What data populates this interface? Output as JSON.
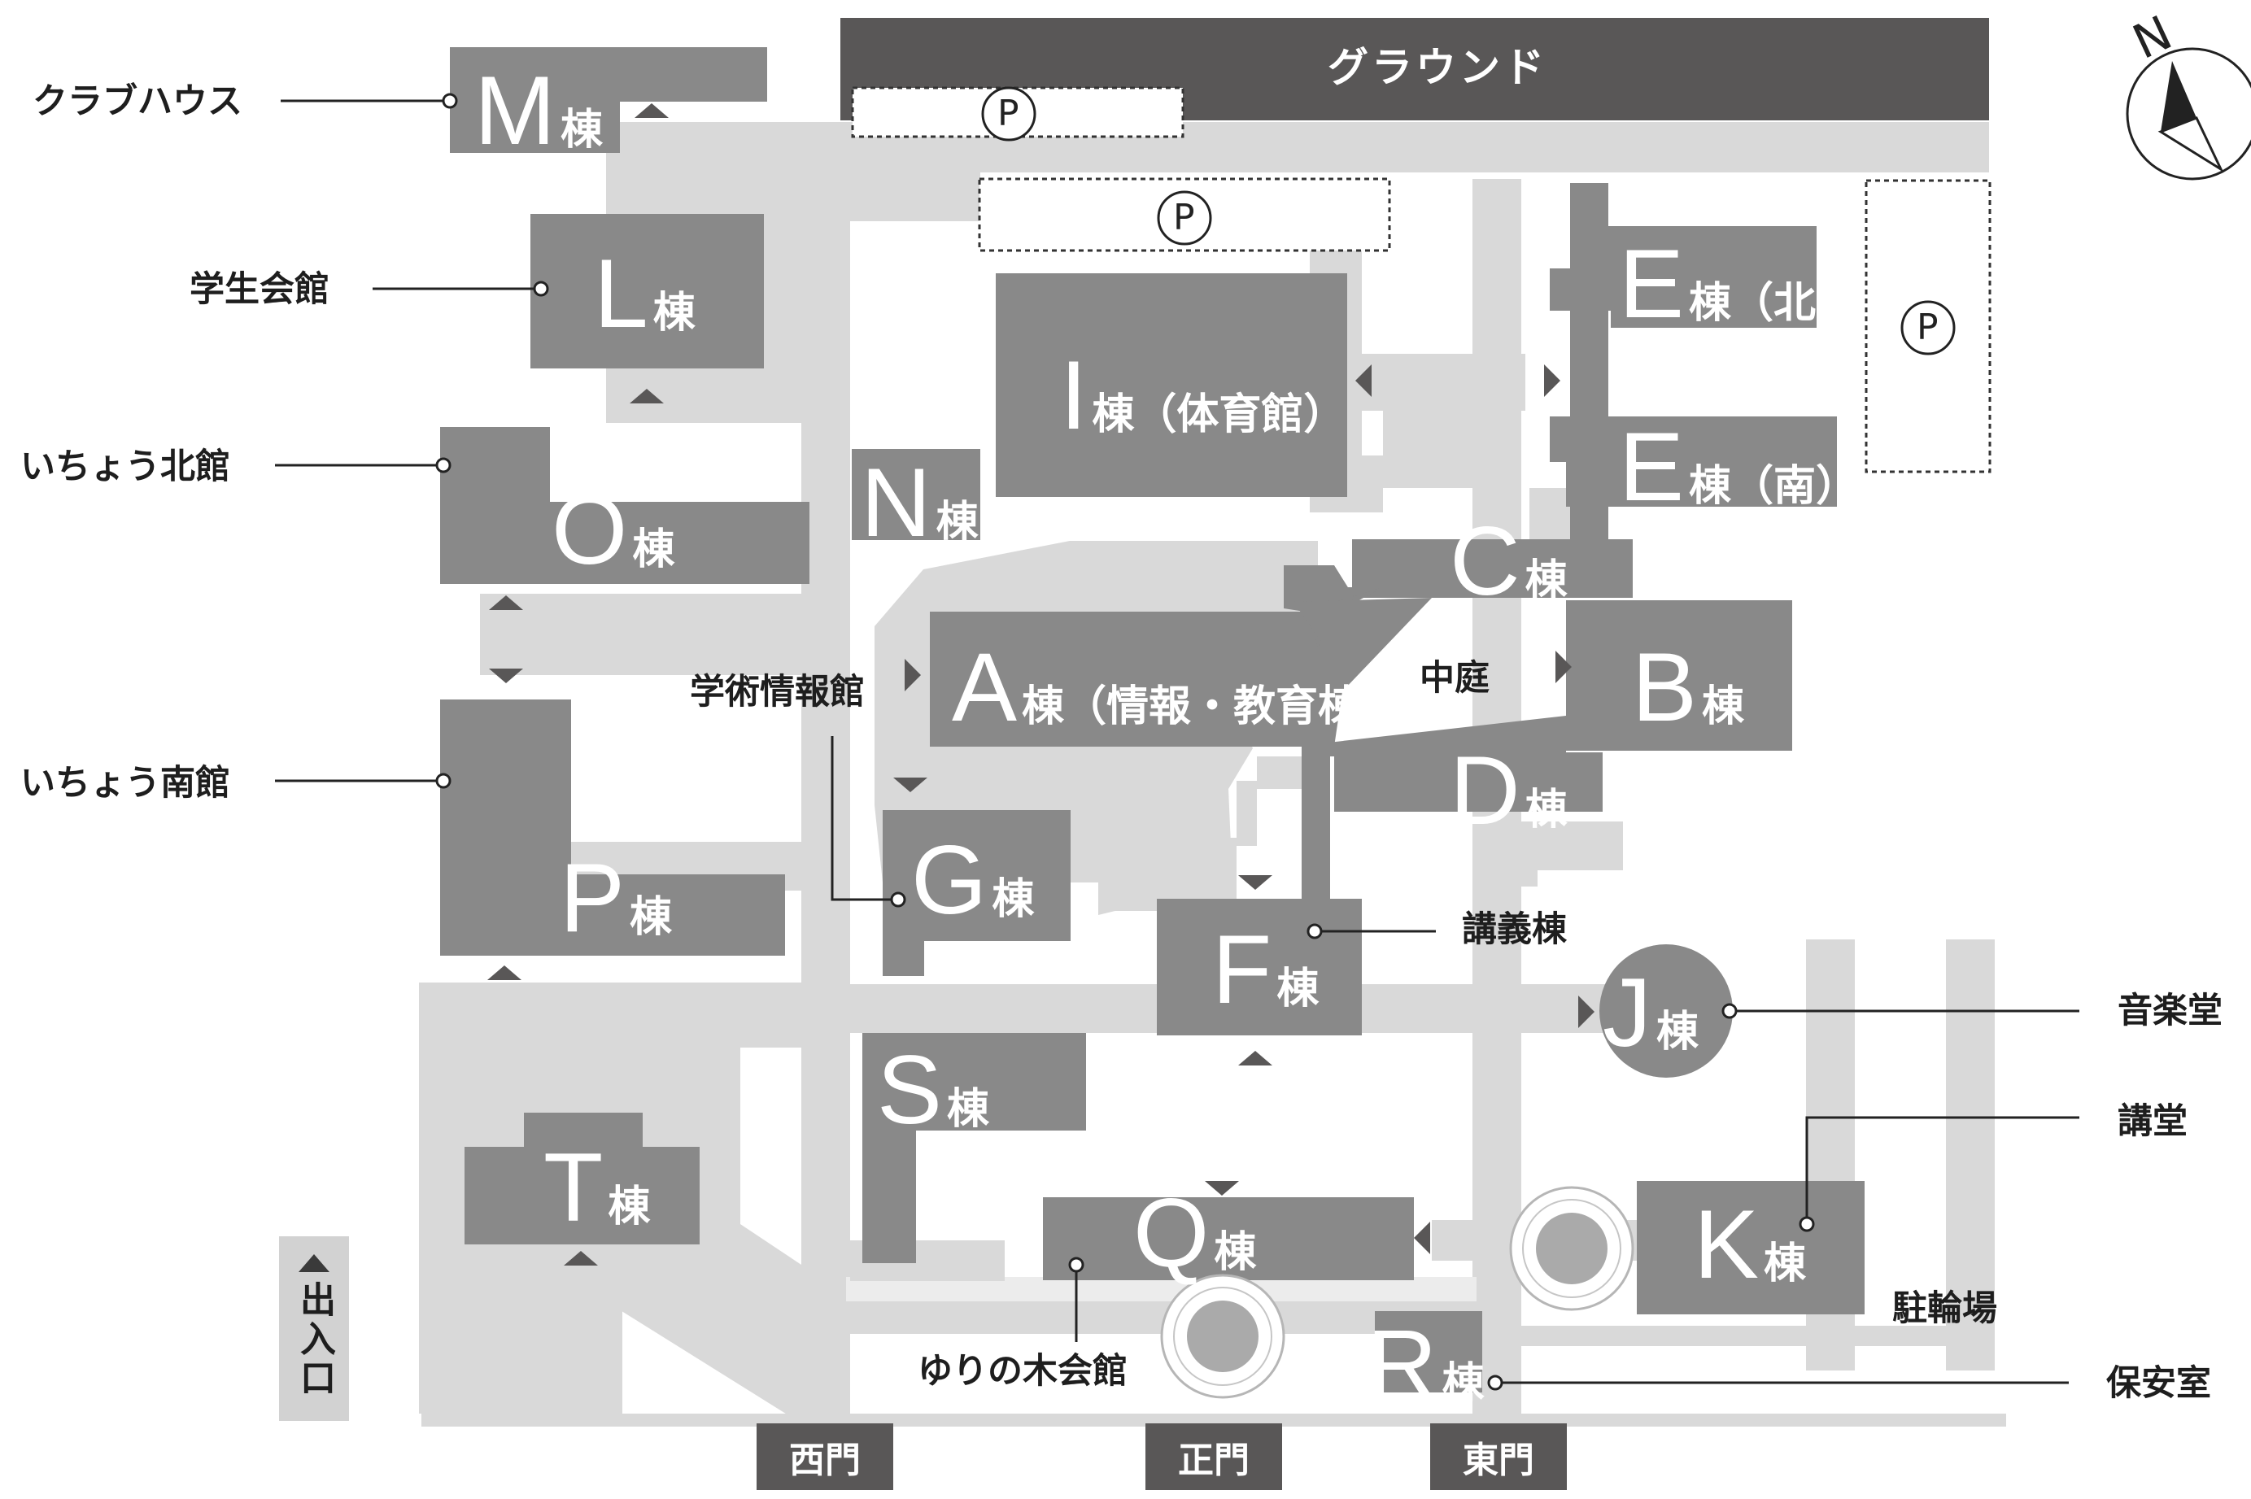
{
  "ground": "グラウンド",
  "north": "N",
  "parking_symbol": "P",
  "buildings": {
    "M": {
      "letter": "M",
      "suffix": "棟"
    },
    "L": {
      "letter": "L",
      "suffix": "棟"
    },
    "O": {
      "letter": "O",
      "suffix": "棟"
    },
    "P": {
      "letter": "P",
      "suffix": "棟"
    },
    "T": {
      "letter": "T",
      "suffix": "棟"
    },
    "N": {
      "letter": "N",
      "suffix": "棟"
    },
    "I": {
      "letter": "I",
      "suffix": "棟（体育館）"
    },
    "E_north": {
      "letter": "E",
      "suffix": "棟（北）"
    },
    "E_south": {
      "letter": "E",
      "suffix": "棟（南）"
    },
    "C": {
      "letter": "C",
      "suffix": "棟"
    },
    "A": {
      "letter": "A",
      "suffix": "棟（情報・教育棟）"
    },
    "B": {
      "letter": "B",
      "suffix": "棟"
    },
    "D": {
      "letter": "D",
      "suffix": "棟"
    },
    "G": {
      "letter": "G",
      "suffix": "棟"
    },
    "F": {
      "letter": "F",
      "suffix": "棟"
    },
    "S": {
      "letter": "S",
      "suffix": "棟"
    },
    "Q": {
      "letter": "Q",
      "suffix": "棟"
    },
    "J": {
      "letter": "J",
      "suffix": "棟"
    },
    "K": {
      "letter": "K",
      "suffix": "棟"
    },
    "R": {
      "letter": "R",
      "suffix": "棟"
    }
  },
  "labels": {
    "clubhouse": "クラブハウス",
    "student_hall": "学生会館",
    "icho_north": "いちょう北館",
    "icho_south": "いちょう南館",
    "academic_info": "学術情報館",
    "courtyard": "中庭",
    "lecture": "講義棟",
    "music_hall": "音楽堂",
    "auditorium": "講堂",
    "bike_parking": "駐輪場",
    "security": "保安室",
    "yurinoki": "ゆりの木会館"
  },
  "gates": {
    "west": "西門",
    "main": "正門",
    "east": "東門"
  },
  "exit": "出入口",
  "colors": {
    "building": "#898989",
    "dark": "#595757",
    "path": "#d9d9d9",
    "text": "#1e1e1e"
  }
}
